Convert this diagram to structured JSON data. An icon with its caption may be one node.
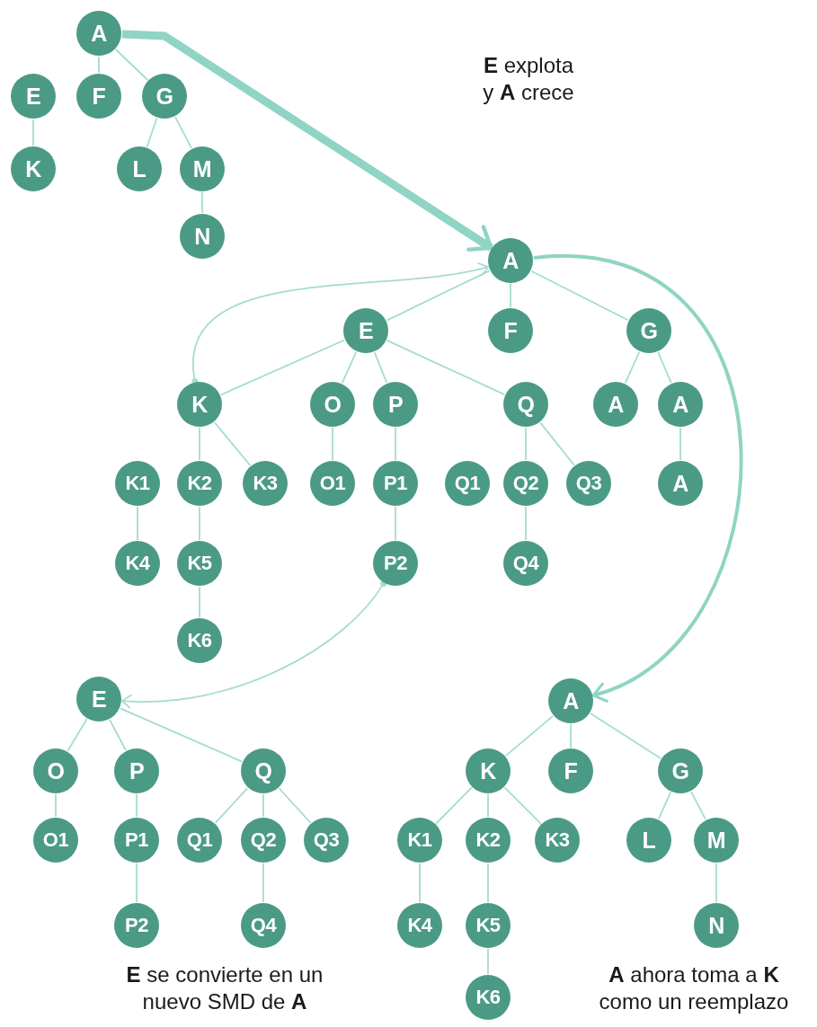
{
  "diagram": {
    "nodes": [
      {
        "text": [
          "A"
        ]
      },
      {
        "text": [
          "E"
        ]
      },
      {
        "text": [
          "F"
        ]
      },
      {
        "text": [
          "G"
        ]
      },
      {
        "text": [
          "K"
        ]
      },
      {
        "text": [
          "L"
        ]
      },
      {
        "text": [
          "M"
        ]
      },
      {
        "text": [
          "N"
        ]
      },
      {
        "text": [
          "A"
        ]
      },
      {
        "text": [
          "E"
        ]
      },
      {
        "text": [
          "F"
        ]
      },
      {
        "text": [
          "G"
        ]
      },
      {
        "text": [
          "K"
        ]
      },
      {
        "text": [
          "O"
        ]
      },
      {
        "text": [
          "P"
        ]
      },
      {
        "text": [
          "Q"
        ]
      },
      {
        "text": [
          "A"
        ]
      },
      {
        "text": [
          "A"
        ]
      },
      {
        "text": [
          "K1"
        ]
      },
      {
        "text": [
          "K2"
        ]
      },
      {
        "text": [
          "K3"
        ]
      },
      {
        "text": [
          "O1"
        ]
      },
      {
        "text": [
          "P1"
        ]
      },
      {
        "text": [
          "Q1"
        ]
      },
      {
        "text": [
          "Q2"
        ]
      },
      {
        "text": [
          "Q3"
        ]
      },
      {
        "text": [
          "A"
        ]
      },
      {
        "text": [
          "K4"
        ]
      },
      {
        "text": [
          "K5"
        ]
      },
      {
        "text": [
          "P2"
        ]
      },
      {
        "text": [
          "Q4"
        ]
      },
      {
        "text": [
          "K6"
        ]
      },
      {
        "text": [
          "E"
        ]
      },
      {
        "text": [
          "O"
        ]
      },
      {
        "text": [
          "P"
        ]
      },
      {
        "text": [
          "Q"
        ]
      },
      {
        "text": [
          "O1"
        ]
      },
      {
        "text": [
          "P1"
        ]
      },
      {
        "text": [
          "Q1"
        ]
      },
      {
        "text": [
          "Q2"
        ]
      },
      {
        "text": [
          "Q3"
        ]
      },
      {
        "text": [
          "P2"
        ]
      },
      {
        "text": [
          "Q4"
        ]
      },
      {
        "text": [
          "A"
        ]
      },
      {
        "text": [
          "K"
        ]
      },
      {
        "text": [
          "F"
        ]
      },
      {
        "text": [
          "G"
        ]
      },
      {
        "text": [
          "K1"
        ]
      },
      {
        "text": [
          "K2"
        ]
      },
      {
        "text": [
          "K3"
        ]
      },
      {
        "text": [
          "L"
        ]
      },
      {
        "text": [
          "M"
        ]
      },
      {
        "text": [
          "K4"
        ]
      },
      {
        "text": [
          "K5"
        ]
      },
      {
        "text": [
          "N"
        ]
      },
      {
        "text": [
          "K6"
        ]
      }
    ],
    "edges": [
      {
        "from": 0,
        "to": 2,
        "arrow": "none"
      },
      {
        "from": 0,
        "to": 3,
        "arrow": "none"
      },
      {
        "from": 1,
        "to": 4,
        "arrow": "none"
      },
      {
        "from": 3,
        "to": 5,
        "arrow": "none"
      },
      {
        "from": 3,
        "to": 6,
        "arrow": "none"
      },
      {
        "from": 6,
        "to": 7,
        "arrow": "none"
      },
      {
        "from": 8,
        "to": 9,
        "arrow": "none"
      },
      {
        "from": 8,
        "to": 10,
        "arrow": "none"
      },
      {
        "from": 8,
        "to": 11,
        "arrow": "none"
      },
      {
        "from": 9,
        "to": 12,
        "arrow": "none"
      },
      {
        "from": 9,
        "to": 13,
        "arrow": "none"
      },
      {
        "from": 9,
        "to": 14,
        "arrow": "none"
      },
      {
        "from": 9,
        "to": 15,
        "arrow": "none"
      },
      {
        "from": 11,
        "to": 16,
        "arrow": "none"
      },
      {
        "from": 11,
        "to": 17,
        "arrow": "none"
      },
      {
        "from": 12,
        "to": 19,
        "arrow": "none"
      },
      {
        "from": 12,
        "to": 20,
        "arrow": "none"
      },
      {
        "from": 13,
        "to": 21,
        "arrow": "none"
      },
      {
        "from": 14,
        "to": 22,
        "arrow": "none"
      },
      {
        "from": 15,
        "to": 24,
        "arrow": "none"
      },
      {
        "from": 15,
        "to": 25,
        "arrow": "none"
      },
      {
        "from": 18,
        "to": 27,
        "arrow": "none"
      },
      {
        "from": 19,
        "to": 28,
        "arrow": "none"
      },
      {
        "from": 22,
        "to": 29,
        "arrow": "none"
      },
      {
        "from": 24,
        "to": 30,
        "arrow": "none"
      },
      {
        "from": 28,
        "to": 31,
        "arrow": "none"
      },
      {
        "from": 17,
        "to": 26,
        "arrow": "none"
      },
      {
        "from": 32,
        "to": 33,
        "arrow": "none"
      },
      {
        "from": 32,
        "to": 34,
        "arrow": "none"
      },
      {
        "from": 32,
        "to": 35,
        "arrow": "none"
      },
      {
        "from": 33,
        "to": 36,
        "arrow": "none"
      },
      {
        "from": 34,
        "to": 37,
        "arrow": "none"
      },
      {
        "from": 35,
        "to": 38,
        "arrow": "none"
      },
      {
        "from": 35,
        "to": 39,
        "arrow": "none"
      },
      {
        "from": 35,
        "to": 40,
        "arrow": "none"
      },
      {
        "from": 37,
        "to": 41,
        "arrow": "none"
      },
      {
        "from": 39,
        "to": 42,
        "arrow": "none"
      },
      {
        "from": 43,
        "to": 44,
        "arrow": "none"
      },
      {
        "from": 43,
        "to": 45,
        "arrow": "none"
      },
      {
        "from": 43,
        "to": 46,
        "arrow": "none"
      },
      {
        "from": 44,
        "to": 47,
        "arrow": "none"
      },
      {
        "from": 44,
        "to": 48,
        "arrow": "none"
      },
      {
        "from": 44,
        "to": 49,
        "arrow": "none"
      },
      {
        "from": 46,
        "to": 50,
        "arrow": "none"
      },
      {
        "from": 46,
        "to": 51,
        "arrow": "none"
      },
      {
        "from": 47,
        "to": 52,
        "arrow": "none"
      },
      {
        "from": 48,
        "to": 53,
        "arrow": "none"
      },
      {
        "from": 51,
        "to": 54,
        "arrow": "none"
      },
      {
        "from": 53,
        "to": 55,
        "arrow": "none"
      },
      {
        "from": 0,
        "to": 8,
        "arrow": "to",
        "style": "thick"
      },
      {
        "from": 12,
        "to": 8,
        "arrow": "to"
      },
      {
        "from": 8,
        "to": 43,
        "arrow": "to",
        "style": "thick"
      },
      {
        "from": 29,
        "to": 32,
        "arrow": "to"
      }
    ],
    "labels": [
      "**E** explota y **A** crece",
      "**E** se convierte en un nuevo SMD de **A**",
      "**A** ahora toma a **K** como un reemplazo"
    ]
  }
}
